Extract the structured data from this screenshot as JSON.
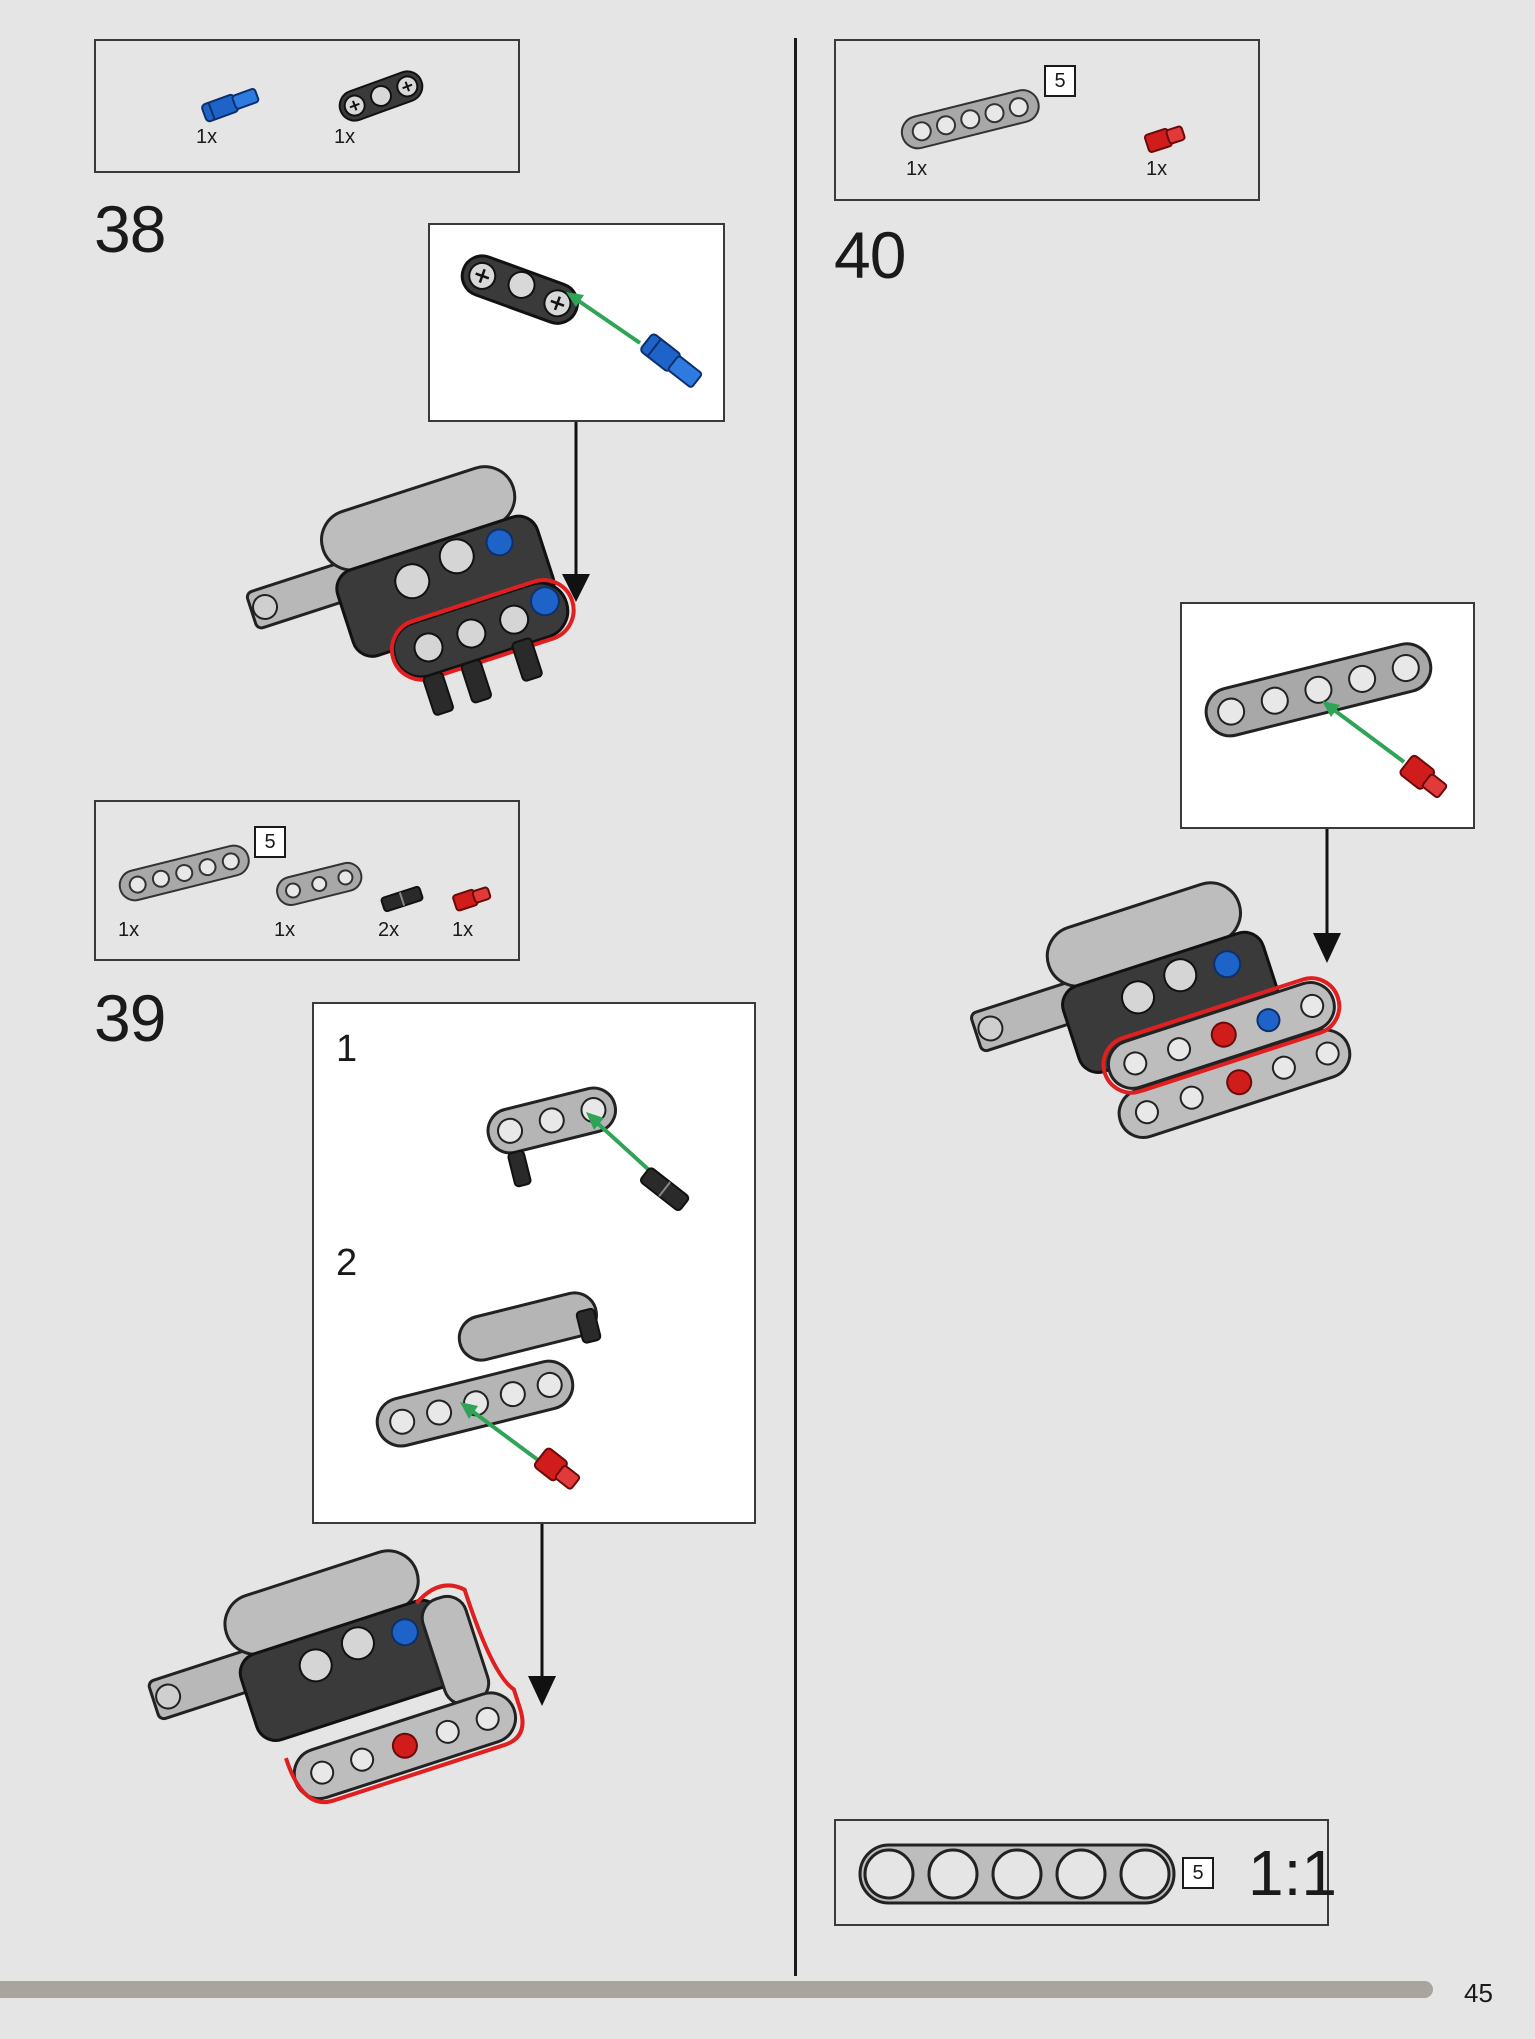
{
  "page": {
    "number": "45"
  },
  "steps": [
    {
      "number": "38",
      "parts": [
        {
          "name": "blue axle pin",
          "qty": "1x",
          "color": "#1e64c8"
        },
        {
          "name": "dark cross block",
          "qty": "1x",
          "color": "#3a3a3a"
        }
      ]
    },
    {
      "number": "39",
      "length_badge": "5",
      "parts": [
        {
          "name": "grey beam 5",
          "qty": "1x",
          "color": "#a8a8a8"
        },
        {
          "name": "grey beam 3",
          "qty": "1x",
          "color": "#a8a8a8"
        },
        {
          "name": "black pin",
          "qty": "2x",
          "color": "#2a2a2a"
        },
        {
          "name": "red pin",
          "qty": "1x",
          "color": "#d11c1c"
        }
      ],
      "substeps": [
        "1",
        "2"
      ]
    },
    {
      "number": "40",
      "length_badge": "5",
      "parts": [
        {
          "name": "grey beam 5",
          "qty": "1x",
          "color": "#a8a8a8"
        },
        {
          "name": "red pin",
          "qty": "1x",
          "color": "#d11c1c"
        }
      ]
    }
  ],
  "scale_reference": {
    "length_badge": "5",
    "label": "1:1"
  },
  "colors": {
    "background": "#e5e5e5",
    "highlight": "#e02020",
    "arrow_green": "#2fa456",
    "progress_bar": "#a9a49e"
  }
}
